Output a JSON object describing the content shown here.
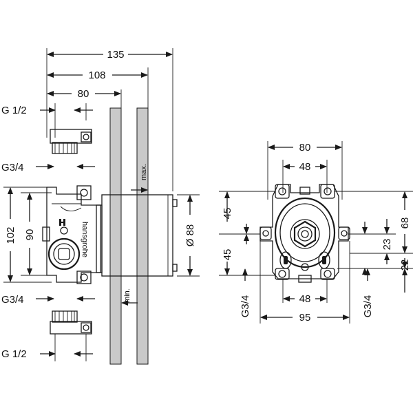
{
  "side_view": {
    "dim_135": "135",
    "dim_108": "108",
    "dim_80": "80",
    "dim_102": "102",
    "dim_90": "90",
    "dim_88": "Ø 88",
    "label_max": "max.",
    "label_min": "min.",
    "thread_top": "G 1/2",
    "thread_upper": "G3/4",
    "thread_lower": "G3/4",
    "thread_bottom": "G 1/2",
    "brand": "hansgrohe"
  },
  "front_view": {
    "dim_80": "80",
    "dim_48_top": "48",
    "dim_48_bottom": "48",
    "dim_95": "95",
    "dim_45_upper": "45",
    "dim_45_lower": "45",
    "dim_68": "68",
    "dim_23": "23",
    "dim_22": "22",
    "thread_left": "G3/4",
    "thread_right": "G3/4"
  }
}
